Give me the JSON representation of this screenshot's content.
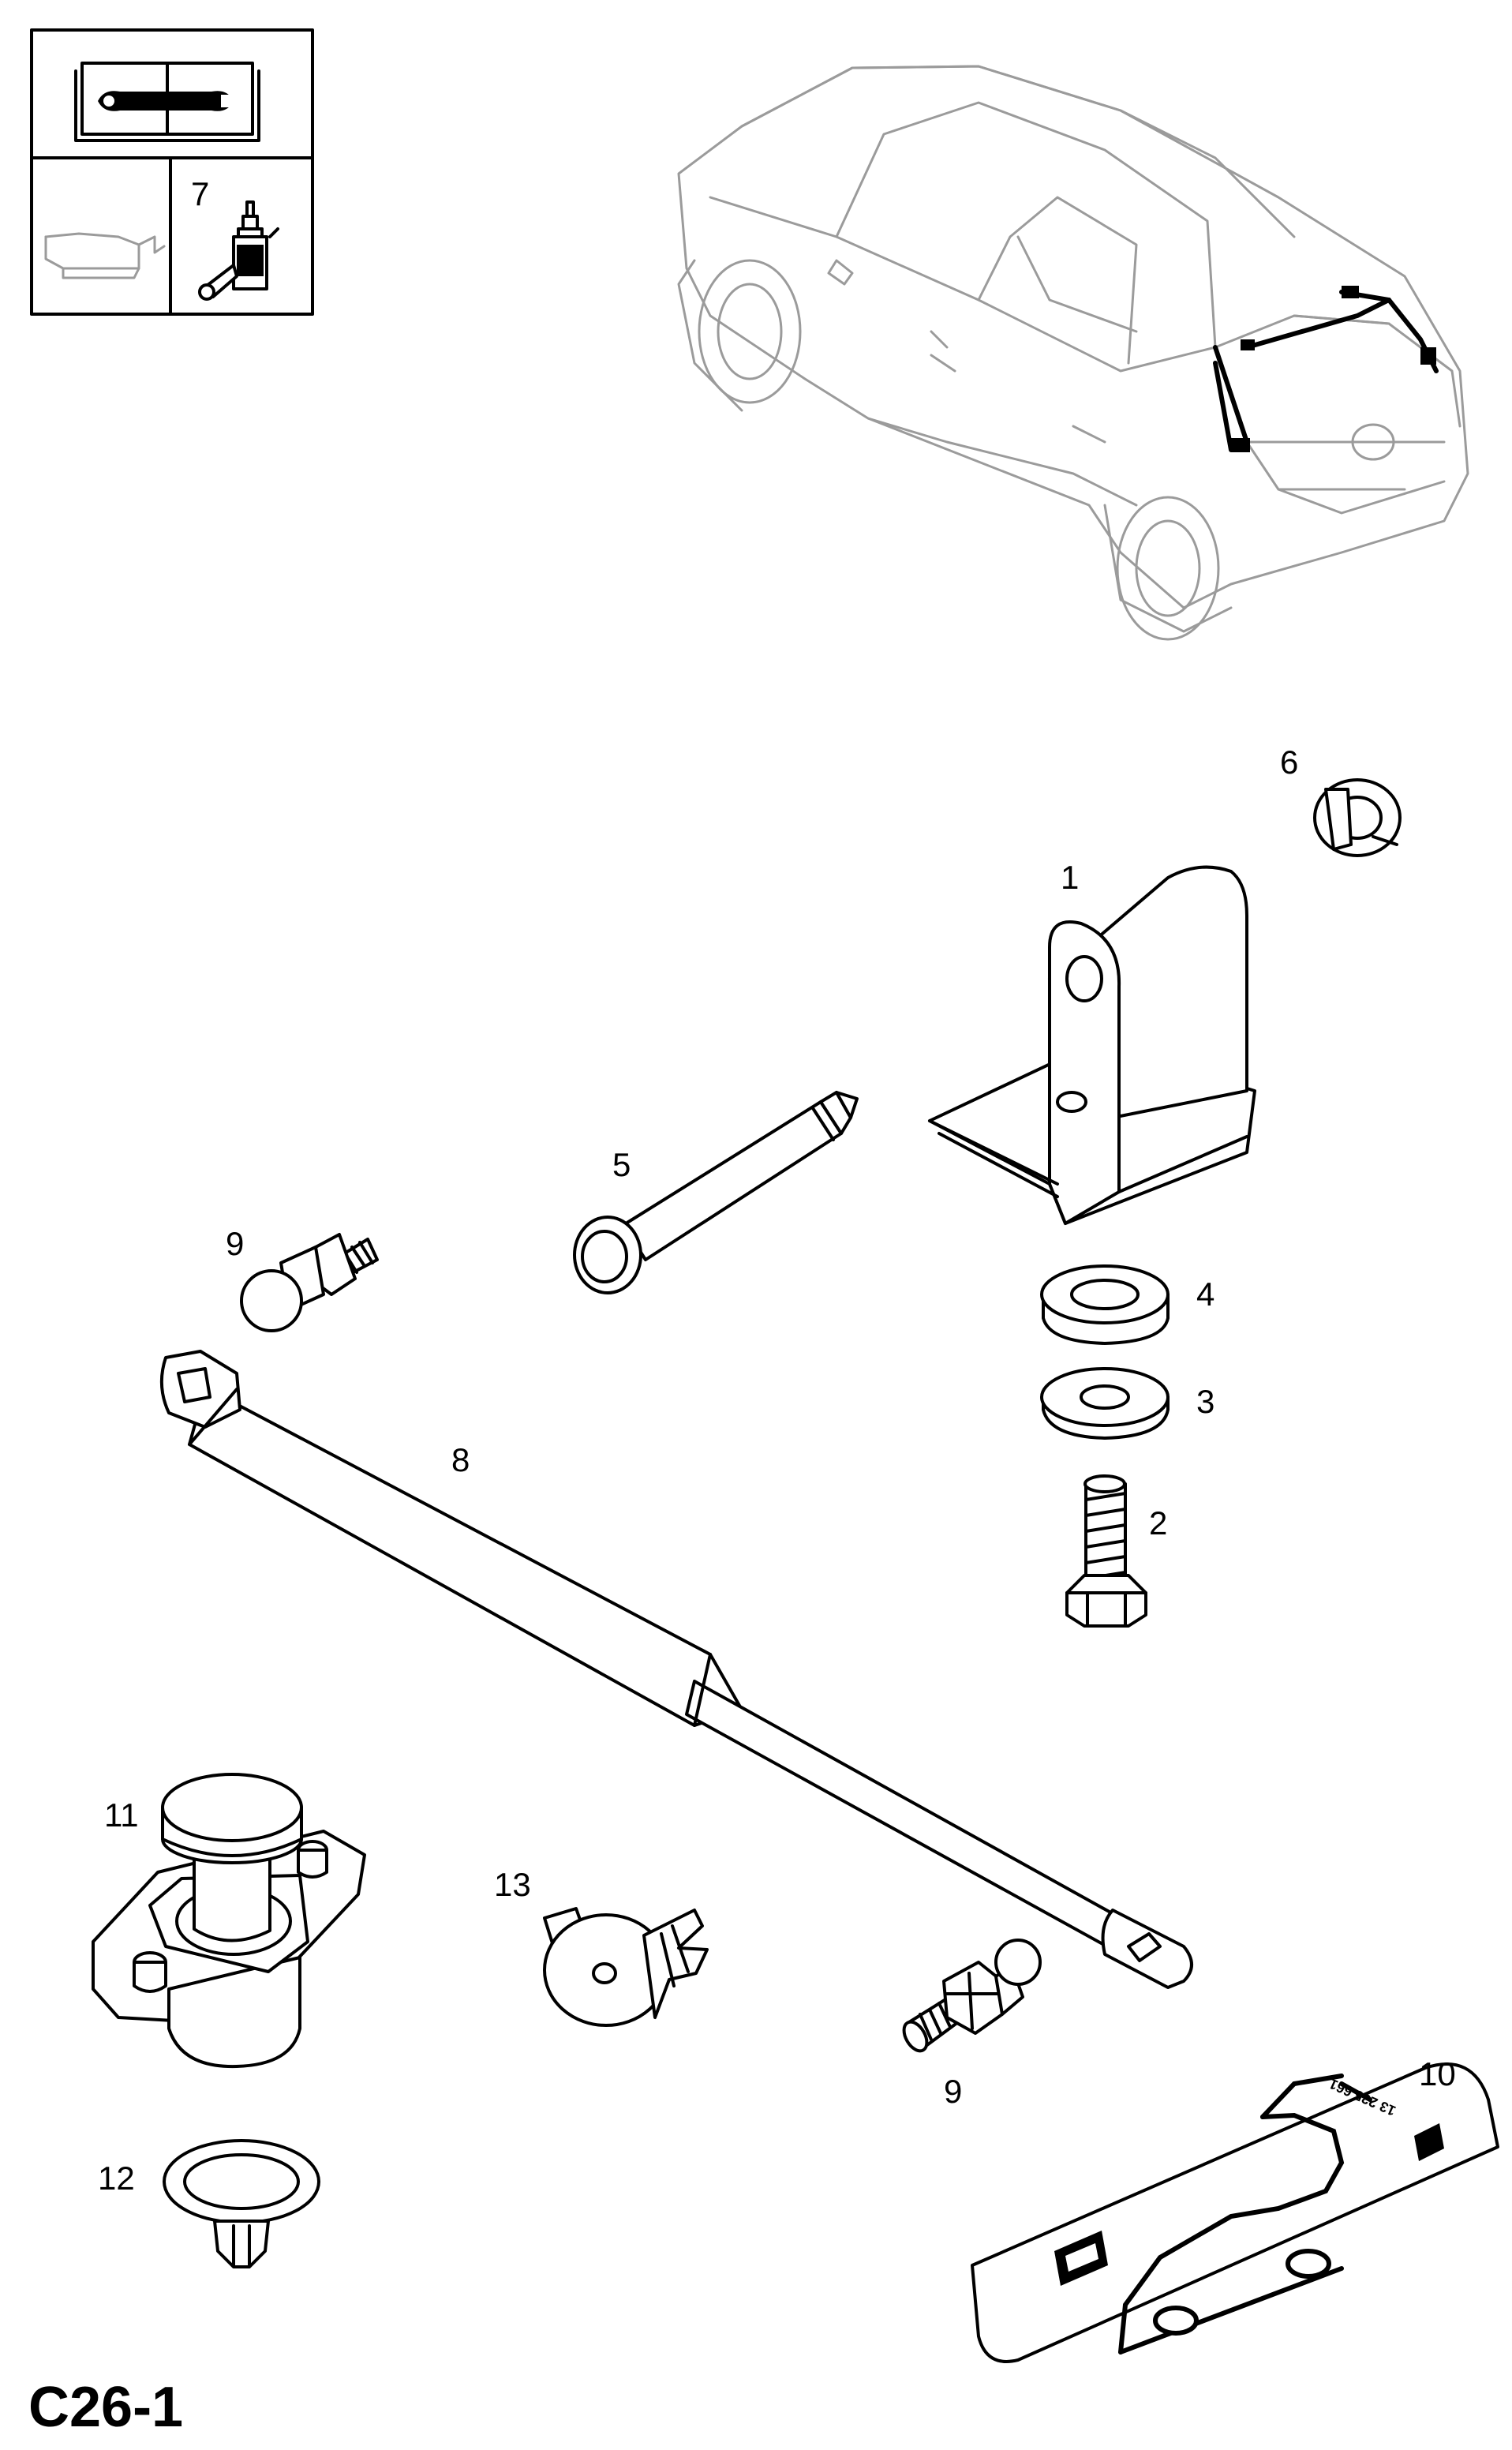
{
  "page_code": "C26-1",
  "legend": {
    "service_icon": "service-manual-icon",
    "lubricant_note_number": "7"
  },
  "callouts": [
    {
      "part": "hinge",
      "number": "1"
    },
    {
      "part": "bolt",
      "number": "2"
    },
    {
      "part": "washer-flat",
      "number": "3"
    },
    {
      "part": "washer-rubber",
      "number": "4"
    },
    {
      "part": "hinge-pin",
      "number": "5"
    },
    {
      "part": "retaining-clip",
      "number": "6"
    },
    {
      "part": "gas-strut",
      "number": "8"
    },
    {
      "part": "ball-stud-upper",
      "number": "9"
    },
    {
      "part": "ball-stud-lower",
      "number": "9"
    },
    {
      "part": "warning-label",
      "number": "10"
    },
    {
      "part": "bump-stop",
      "number": "11"
    },
    {
      "part": "grommet",
      "number": "12"
    },
    {
      "part": "push-rivet",
      "number": "13"
    }
  ],
  "warning_label": {
    "part_code": "13 235 661"
  }
}
